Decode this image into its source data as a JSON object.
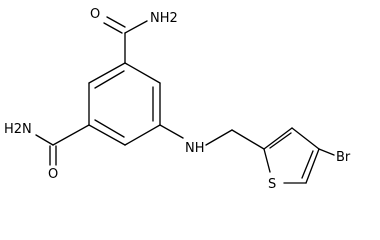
{
  "structure": {
    "labels": {
      "amide_top_o": "O",
      "amide_top_nh2": "NH2",
      "amide_bottom_nh2": "H2N",
      "amide_bottom_o": "O",
      "amine_nh": "NH",
      "thiophene_s": "S",
      "bromo": "Br"
    }
  }
}
